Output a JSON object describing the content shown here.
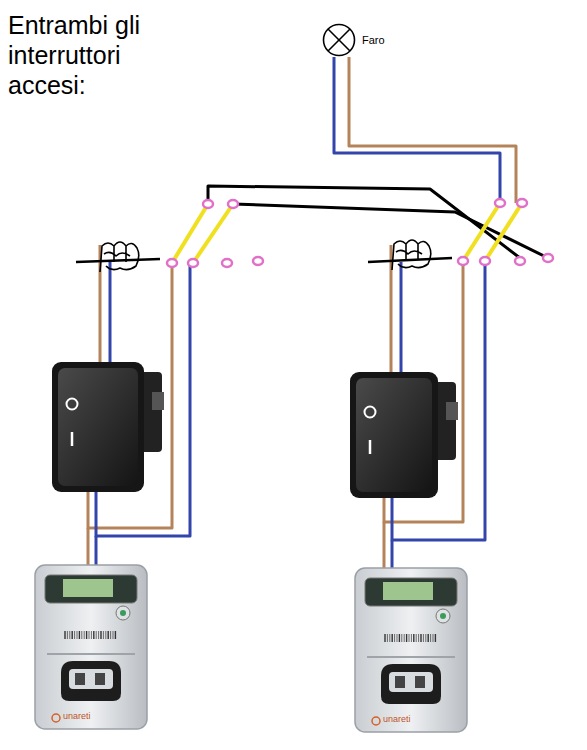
{
  "diagram": {
    "title": "Entrambi gli interruttori accesi:",
    "nodes": [
      {
        "text": [
          "Faro"
        ]
      }
    ],
    "labels": [
      "unareti",
      "unareti"
    ]
  }
}
